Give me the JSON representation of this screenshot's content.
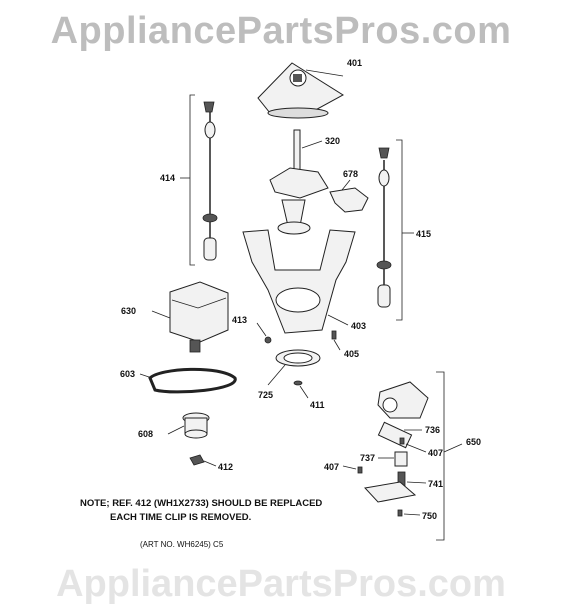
{
  "watermark": {
    "top": "AppliancePartsPros.com",
    "bottom": "AppliancePartsPros.com"
  },
  "callouts": {
    "p401": "401",
    "p320": "320",
    "p414": "414",
    "p678": "678",
    "p415": "415",
    "p630": "630",
    "p413": "413",
    "p403": "403",
    "p405": "405",
    "p603": "603",
    "p725": "725",
    "p411": "411",
    "p608": "608",
    "p412": "412",
    "p650": "650",
    "p736": "736",
    "p407a": "407",
    "p407b": "407",
    "p737": "737",
    "p741": "741",
    "p750": "750"
  },
  "note": {
    "line1": "NOTE; REF. 412 (WH1X2733) SHOULD BE REPLACED",
    "line2": "EACH TIME CLIP IS REMOVED."
  },
  "art_number": "(ART NO. WH6245) C5"
}
